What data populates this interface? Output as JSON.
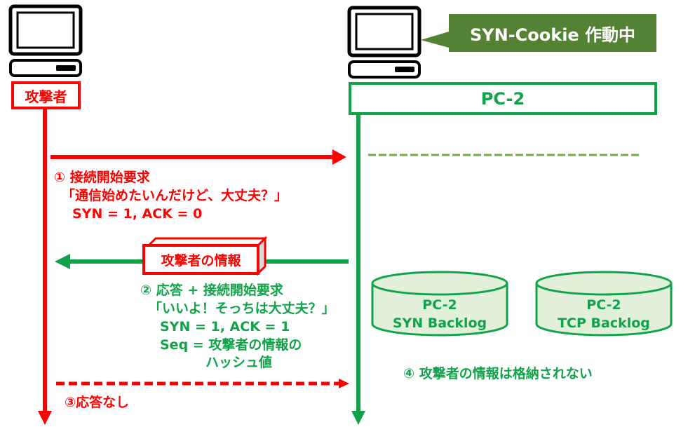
{
  "colors": {
    "attacker": "#ff0000",
    "server": "#12a34a",
    "callout_bg": "#548235",
    "cylinder_fill": "#e2efd9",
    "dashed_green": "#70ad47"
  },
  "nodes": {
    "attacker": {
      "label": "攻撃者",
      "icon": "computer-icon"
    },
    "server": {
      "label": "PC-2",
      "icon": "computer-icon"
    }
  },
  "callout": {
    "label": "SYN-Cookie 作動中"
  },
  "steps": {
    "step1": {
      "title": "① 接続開始要求",
      "quote": "「通信始めたいんだけど、大丈夫？」",
      "flags": "SYN = 1, ACK = 0"
    },
    "packet_box": {
      "label": "攻撃者の情報"
    },
    "step2": {
      "title": "② 応答 + 接続開始要求",
      "quote": "「いいよ！そっちは大丈夫？」",
      "flags": "SYN = 1, ACK = 1",
      "seq_line1": "Seq = 攻撃者の情報の",
      "seq_line2": "ハッシュ値"
    },
    "step3": {
      "title": "③応答なし"
    },
    "step4": {
      "title": "④ 攻撃者の情報は格納されない"
    }
  },
  "backlogs": [
    {
      "line1": "PC-2",
      "line2": "SYN Backlog"
    },
    {
      "line1": "PC-2",
      "line2": "TCP Backlog"
    }
  ]
}
